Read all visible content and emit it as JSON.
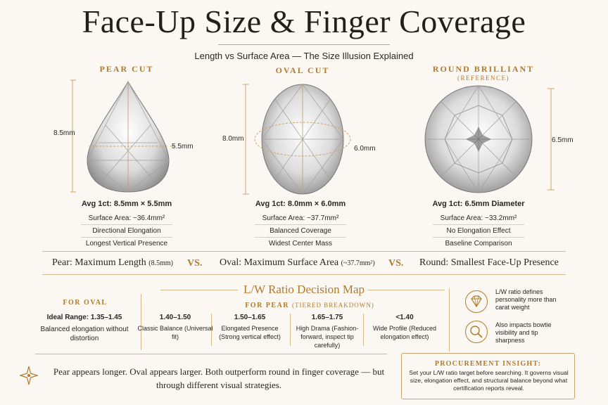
{
  "title": "Face-Up Size & Finger Coverage",
  "subtitle": "Length vs Surface Area — The Size Illusion Explained",
  "cuts": [
    {
      "name": "PEAR CUT",
      "sub": "",
      "height_label": "8.5mm",
      "width_label": "5.5mm",
      "avg": "Avg 1ct: 8.5mm × 5.5mm",
      "rows": [
        "Surface Area: ~36.4mm²",
        "Directional Elongation",
        "Longest Vertical Presence"
      ]
    },
    {
      "name": "OVAL CUT",
      "sub": "",
      "height_label": "8.0mm",
      "width_label": "6.0mm",
      "avg": "Avg 1ct: 8.0mm × 6.0mm",
      "rows": [
        "Surface Area: ~37.7mm²",
        "Balanced Coverage",
        "Widest Center Mass"
      ]
    },
    {
      "name": "ROUND BRILLIANT",
      "sub": "(REFERENCE)",
      "height_label": "6.5mm",
      "width_label": "",
      "avg": "Avg 1ct: 6.5mm Diameter",
      "rows": [
        "Surface Area: ~33.2mm²",
        "No Elongation Effect",
        "Baseline Comparison"
      ]
    }
  ],
  "compare": {
    "pear_main": "Pear: Maximum Length",
    "pear_small": "(8.5mm)",
    "vs": "VS.",
    "oval_main": "Oval: Maximum Surface Area",
    "oval_small": "(~37.7mm²)",
    "round_main": "Round: Smallest Face-Up Presence"
  },
  "lw": {
    "title": "L/W Ratio Decision Map",
    "for_oval": "FOR OVAL",
    "oval_range": "Ideal Range: 1.35–1.45",
    "oval_desc": "Balanced elongation without distortion",
    "for_pear": "FOR PEAR",
    "for_pear_sub": "(TIERED BREAKDOWN)",
    "tiers": [
      {
        "range": "1.40–1.50",
        "desc": "Classic Balance (Universal fit)"
      },
      {
        "range": "1.50–1.65",
        "desc": "Elongated Presence (Strong vertical effect)"
      },
      {
        "range": "1.65–1.75",
        "desc": "High Drama (Fashion-forward, inspect tip carefully)"
      },
      {
        "range": "<1.40",
        "desc": "Wide Profile (Reduced elongation effect)"
      }
    ]
  },
  "side_notes": [
    {
      "icon": "diamond-icon",
      "text": "L/W ratio defines personality more than carat weight"
    },
    {
      "icon": "magnifier-icon",
      "text": "Also impacts bowtie visibility and tip sharpness"
    }
  ],
  "footer": {
    "text": "Pear appears longer. Oval appears larger. Both outperform round in finger coverage — but through different visual strategies."
  },
  "procurement": {
    "heading": "PROCUREMENT INSIGHT:",
    "text": "Set your L/W ratio target before searching. It governs visual size, elongation effect, and structural balance beyond what certification reports reveal."
  },
  "colors": {
    "gold": "#b27a2a",
    "rule": "#d6b98a",
    "background": "#fbf8f3"
  }
}
